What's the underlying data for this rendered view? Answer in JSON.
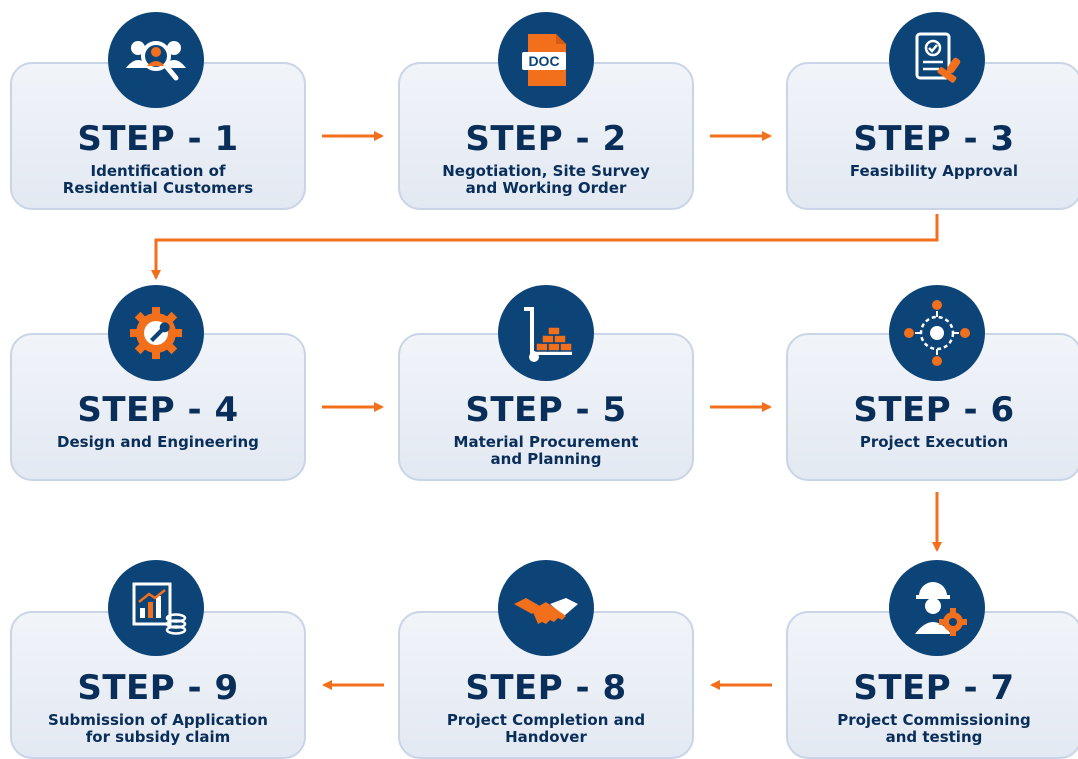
{
  "colors": {
    "navy": "#0d4478",
    "text": "#0a2e5a",
    "orange": "#f26f1c",
    "card": "#e8edf5"
  },
  "steps": [
    {
      "title": "STEP - 1",
      "desc": "Identification of\nResidential Customers",
      "icon": "customer-search-icon"
    },
    {
      "title": "STEP - 2",
      "desc": "Negotiation, Site Survey\nand Working Order",
      "icon": "doc-file-icon",
      "icon_text": "DOC"
    },
    {
      "title": "STEP - 3",
      "desc": "Feasibility Approval",
      "icon": "approval-stamp-icon"
    },
    {
      "title": "STEP - 4",
      "desc": "Design and Engineering",
      "icon": "gear-wrench-icon"
    },
    {
      "title": "STEP - 5",
      "desc": "Material Procurement\nand Planning",
      "icon": "hand-truck-icon"
    },
    {
      "title": "STEP - 6",
      "desc": "Project Execution",
      "icon": "team-network-icon"
    },
    {
      "title": "STEP - 7",
      "desc": "Project Commissioning\nand testing",
      "icon": "engineer-gear-icon"
    },
    {
      "title": "STEP - 8",
      "desc": "Project Completion and\nHandover",
      "icon": "handshake-icon"
    },
    {
      "title": "STEP - 9",
      "desc": "Submission of Application\nfor subsidy claim",
      "icon": "growth-chart-coins-icon"
    }
  ]
}
